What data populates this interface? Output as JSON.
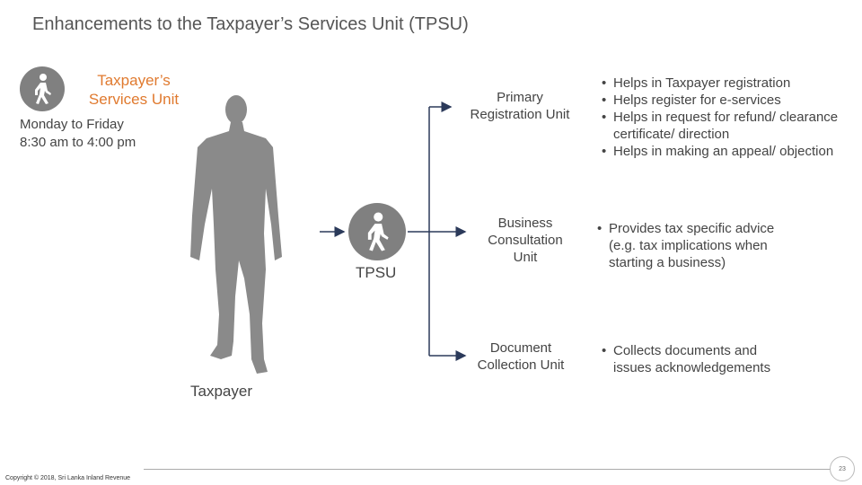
{
  "title": "Enhancements to the Taxpayer’s Services Unit (TPSU)",
  "services_unit": {
    "title_line1": "Taxpayer’s",
    "title_line2": "Services Unit",
    "hours_line1": "Monday to Friday",
    "hours_line2": "8:30 am to 4:00 pm",
    "icon": "walking-person-icon"
  },
  "taxpayer_label": "Taxpayer",
  "tpsu_label": "TPSU",
  "units": [
    {
      "label_lines": [
        "Primary",
        "Registration Unit"
      ],
      "bullets": [
        "Helps in Taxpayer registration",
        "Helps register for e-services",
        "Helps in request for refund/ clearance certificate/ direction",
        "Helps in making an appeal/ objection"
      ]
    },
    {
      "label_lines": [
        "Business",
        "Consultation",
        "Unit"
      ],
      "bullets": [
        "Provides tax specific advice (e.g. tax implications when starting a business)"
      ]
    },
    {
      "label_lines": [
        "Document",
        "Collection Unit"
      ],
      "bullets": [
        "Collects documents and issues acknowledgements"
      ]
    }
  ],
  "footer": {
    "copyright": "Copyright © 2018, Sri Lanka Inland Revenue",
    "page_number": "23"
  },
  "colors": {
    "accent_orange": "#e07a2f",
    "icon_gray": "#808080",
    "silhouette_gray": "#8a8a8a",
    "arrow_navy": "#2b3a5a"
  }
}
